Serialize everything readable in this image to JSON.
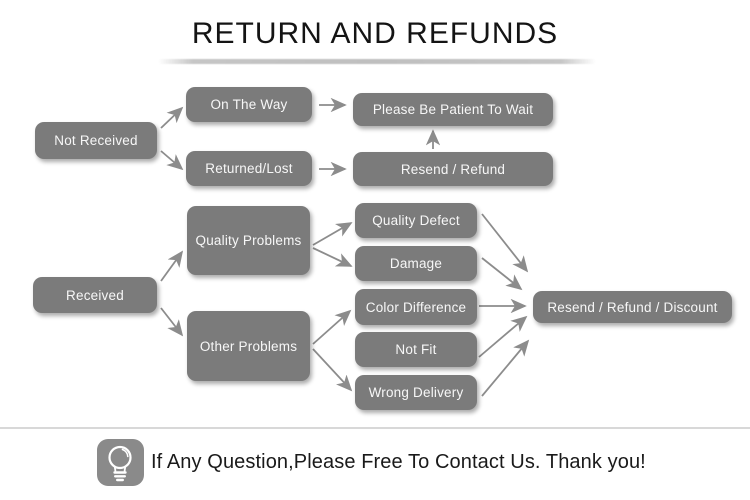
{
  "title": "RETURN AND REFUNDS",
  "flowchart": {
    "nodes": {
      "not_received": "Not Received",
      "on_the_way": "On The Way",
      "returned_lost": "Returned/Lost",
      "please_wait": "Please Be Patient To Wait",
      "resend_refund": "Resend / Refund",
      "received": "Received",
      "quality_problems": "Quality Problems",
      "other_problems": "Other Problems",
      "quality_defect": "Quality Defect",
      "damage": "Damage",
      "color_difference": "Color Difference",
      "not_fit": "Not Fit",
      "wrong_delivery": "Wrong Delivery",
      "resend_refund_discount": "Resend / Refund / Discount"
    },
    "edges": [
      {
        "from": "not_received",
        "to": "on_the_way"
      },
      {
        "from": "not_received",
        "to": "returned_lost"
      },
      {
        "from": "on_the_way",
        "to": "please_wait"
      },
      {
        "from": "returned_lost",
        "to": "resend_refund"
      },
      {
        "from": "resend_refund",
        "to": "please_wait"
      },
      {
        "from": "received",
        "to": "quality_problems"
      },
      {
        "from": "received",
        "to": "other_problems"
      },
      {
        "from": "quality_problems",
        "to": "quality_defect"
      },
      {
        "from": "quality_problems",
        "to": "damage"
      },
      {
        "from": "other_problems",
        "to": "color_difference"
      },
      {
        "from": "other_problems",
        "to": "wrong_delivery"
      },
      {
        "from": "quality_defect",
        "to": "resend_refund_discount"
      },
      {
        "from": "damage",
        "to": "resend_refund_discount"
      },
      {
        "from": "color_difference",
        "to": "resend_refund_discount"
      },
      {
        "from": "not_fit",
        "to": "resend_refund_discount"
      },
      {
        "from": "wrong_delivery",
        "to": "resend_refund_discount"
      }
    ]
  },
  "footer": {
    "icon": "light-bulb-icon",
    "message": "If Any Question,Please Free To Contact Us. Thank you!"
  },
  "colors": {
    "node_fill": "#7b7b7b",
    "node_text": "#f7f7f7",
    "arrow": "#8c8c8c",
    "title_text": "#141414",
    "divider": "#d8d8d8",
    "badge_fill": "#8a8a8a"
  }
}
